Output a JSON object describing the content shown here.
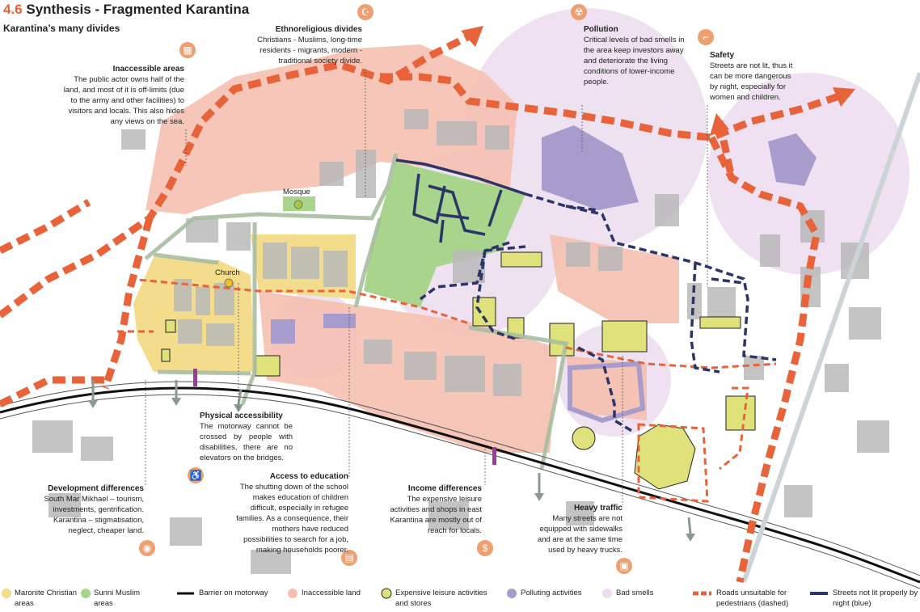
{
  "header": {
    "number": "4.6",
    "title": "Synthesis - Fragmented Karantina",
    "subtitle": "Karantina’s many divides"
  },
  "places": {
    "mosque": "Mosque",
    "church": "Church"
  },
  "annotations": {
    "inaccessible": {
      "title": "Inaccessible areas",
      "text": "The public actor owns half of the land, and most of it is off-limits (due to the army and other facilities) to visitors and locals. This also hides any views on the sea."
    },
    "ethnoreligious": {
      "title": "Ethnoreligious divides",
      "text": "Christians - Muslims, long-time residents - migrants, modern - traditional society divide."
    },
    "pollution": {
      "title": "Pollution",
      "text": "Critical levels of bad smells in the area keep investors away and deteriorate the living conditions of lower-income people."
    },
    "safety": {
      "title": "Safety",
      "text": "Streets are not lit, thus it can be more dangerous by night, especially for women and children."
    },
    "physical": {
      "title": "Physical accessibility",
      "text": "The motorway cannot be crossed by people with disabilities, there are no elevators on the bridges."
    },
    "education": {
      "title": "Access to education",
      "text": "The shutting down of the school makes education of children difficult, especially in refugee families. As a consequence, their mothers have reduced possibilities to search for a job, making households poorer."
    },
    "development": {
      "title": "Development differences",
      "line1": "South Mar Mikhael – tourism,",
      "line2": "investments, gentrification.",
      "line3": "Karantina   –   stigmatisation,",
      "line4": "neglect, cheaper land."
    },
    "income": {
      "title": "Income differences",
      "text": "The expensive leisure activities and shops in east Karantina are mostly out of reach for locals."
    },
    "traffic": {
      "title": "Heavy traffic",
      "text": "Many streets are not equipped with sidewalks and are at the same time used by heavy trucks."
    }
  },
  "legend": {
    "maronite": "Maronite Christian areas",
    "sunni": "Sunni Muslim areas",
    "barrier": "Barrier on motorway",
    "inaccessible": "Inaccessible land",
    "leisure": "Expensive leisure activities and stores",
    "polluting": "Polluting activities",
    "smells": "Bad smells",
    "roads": "Roads unsuitable for pedestrians (dashed)",
    "streets": "Streets not lit properly by night (blue)"
  },
  "icons": {
    "inaccessible": "barrier-icon",
    "ethnoreligious": "crescent-icon",
    "pollution": "radiation-icon",
    "safety": "gun-icon",
    "physical": "wheelchair-icon",
    "education": "book-icon",
    "development": "location-pin-icon",
    "income": "money-bag-icon",
    "traffic": "truck-icon"
  },
  "colors": {
    "accent": "#e8623a",
    "maronite": "#f3dc8c",
    "sunni": "#a8d48c",
    "inaccessible": "#f5c0b0",
    "leisure": "#dfe27a",
    "polluting": "#a89ccc",
    "smells": "#ecdcee",
    "unlit": "#2c3566",
    "motorway": "#111111"
  }
}
